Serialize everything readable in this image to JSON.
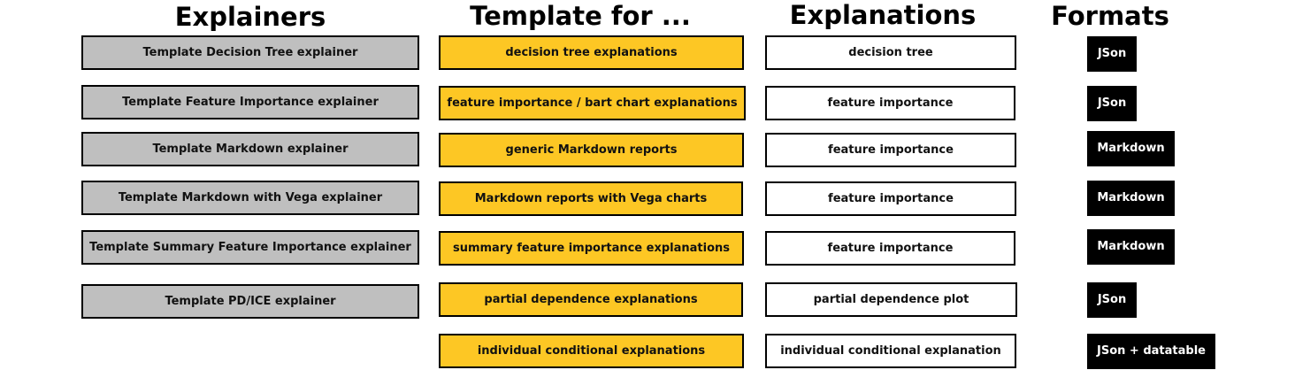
{
  "headers": {
    "explainers": "Explainers",
    "template_for": "Template for ...",
    "explanations": "Explanations",
    "formats": "Formats"
  },
  "colors": {
    "explainer_box": "#bfbfbf",
    "template_box": "#fdc724",
    "explanation_box": "#ffffff",
    "format_box": "#000000"
  },
  "explainers": [
    "Template Decision Tree explainer",
    "Template Feature Importance explainer",
    "Template Markdown explainer",
    "Template Markdown with Vega explainer",
    "Template Summary Feature Importance explainer",
    "Template PD/ICE explainer"
  ],
  "templates": [
    "decision tree explanations",
    "feature importance / bart chart explanations",
    "generic Markdown reports",
    "Markdown reports with Vega charts",
    "summary feature importance explanations",
    "partial dependence explanations",
    "individual conditional explanations"
  ],
  "explanations": [
    "decision tree",
    "feature importance",
    "feature importance",
    "feature importance",
    "feature importance",
    "partial dependence plot",
    "individual conditional explanation"
  ],
  "formats": [
    "JSon",
    "JSon",
    "Markdown",
    "Markdown",
    "Markdown",
    "JSon",
    "JSon + datatable"
  ]
}
